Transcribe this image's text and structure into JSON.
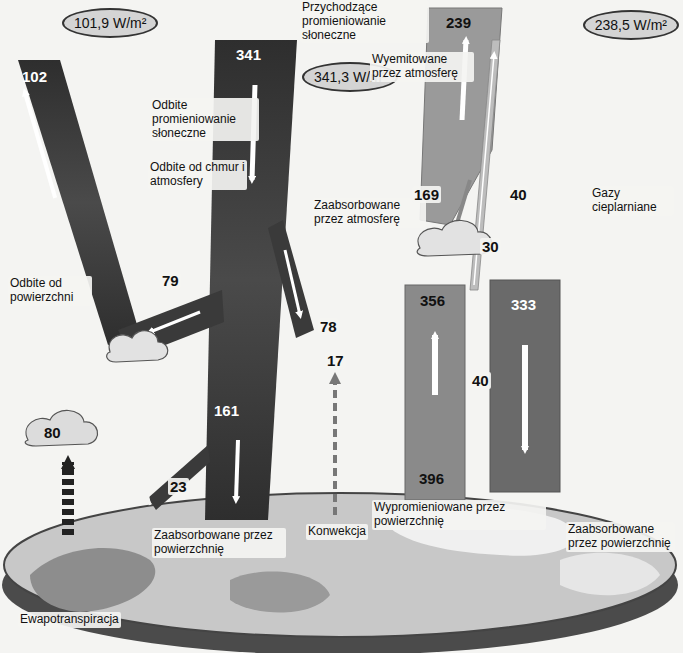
{
  "diagram": {
    "nodes": [
      {
        "text": [
          "101,9 W/m²"
        ]
      },
      {
        "text": [
          "341,3 W/m²"
        ]
      },
      {
        "text": [
          "238,5 W/m²"
        ]
      }
    ],
    "labels": [
      "Przychodzące promieniowanie słoneczne",
      "102",
      "Odbite promieniowanie słoneczne",
      "Odbite od chmur i atmosfery",
      "79",
      "341",
      "Zaabsorbowane przez atmosferę",
      "78",
      "Odbite od powierzchni",
      "161",
      "23",
      "80",
      "Ewapotranspiracja",
      "Zaabsorbowane przez powierzchnię",
      "17",
      "Konwekcja",
      "239",
      "Wyemitowane przez atmosferę",
      "169",
      "30",
      "40",
      "356",
      "396",
      "40",
      "Gazy cieplarniane",
      "333",
      "Wypromieniowane przez powierzchnię",
      "Zaabsorbowane przez powierzchnię"
    ]
  }
}
